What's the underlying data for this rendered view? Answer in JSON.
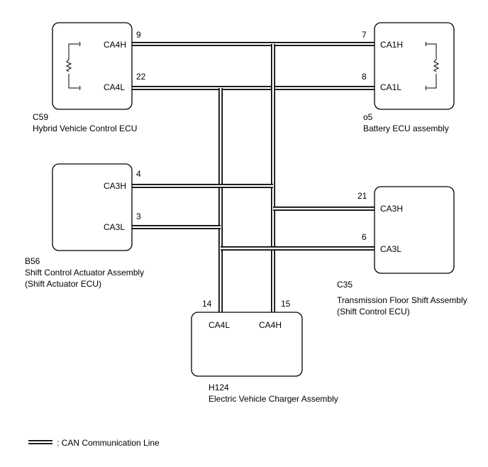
{
  "ecus": {
    "c59": {
      "code": "C59",
      "name": "Hybrid Vehicle Control ECU",
      "pin_h": "9",
      "label_h": "CA4H",
      "pin_l": "22",
      "label_l": "CA4L"
    },
    "o5": {
      "code": "o5",
      "name": "Battery ECU assembly",
      "pin_h": "7",
      "label_h": "CA1H",
      "pin_l": "8",
      "label_l": "CA1L"
    },
    "b56": {
      "code": "B56",
      "name_line1": "Shift Control Actuator Assembly",
      "name_line2": "(Shift Actuator ECU)",
      "pin_h": "4",
      "label_h": "CA3H",
      "pin_l": "3",
      "label_l": "CA3L"
    },
    "c35": {
      "code": "C35",
      "name_line1": "Transmission Floor Shift Assembly",
      "name_line2": "(Shift Control ECU)",
      "pin_h": "21",
      "label_h": "CA3H",
      "pin_l": "6",
      "label_l": "CA3L"
    },
    "h124": {
      "code": "H124",
      "name": "Electric Vehicle Charger Assembly",
      "pin_l": "14",
      "label_l": "CA4L",
      "pin_h": "15",
      "label_h": "CA4H"
    }
  },
  "legend": {
    "text": ": CAN Communication Line"
  }
}
